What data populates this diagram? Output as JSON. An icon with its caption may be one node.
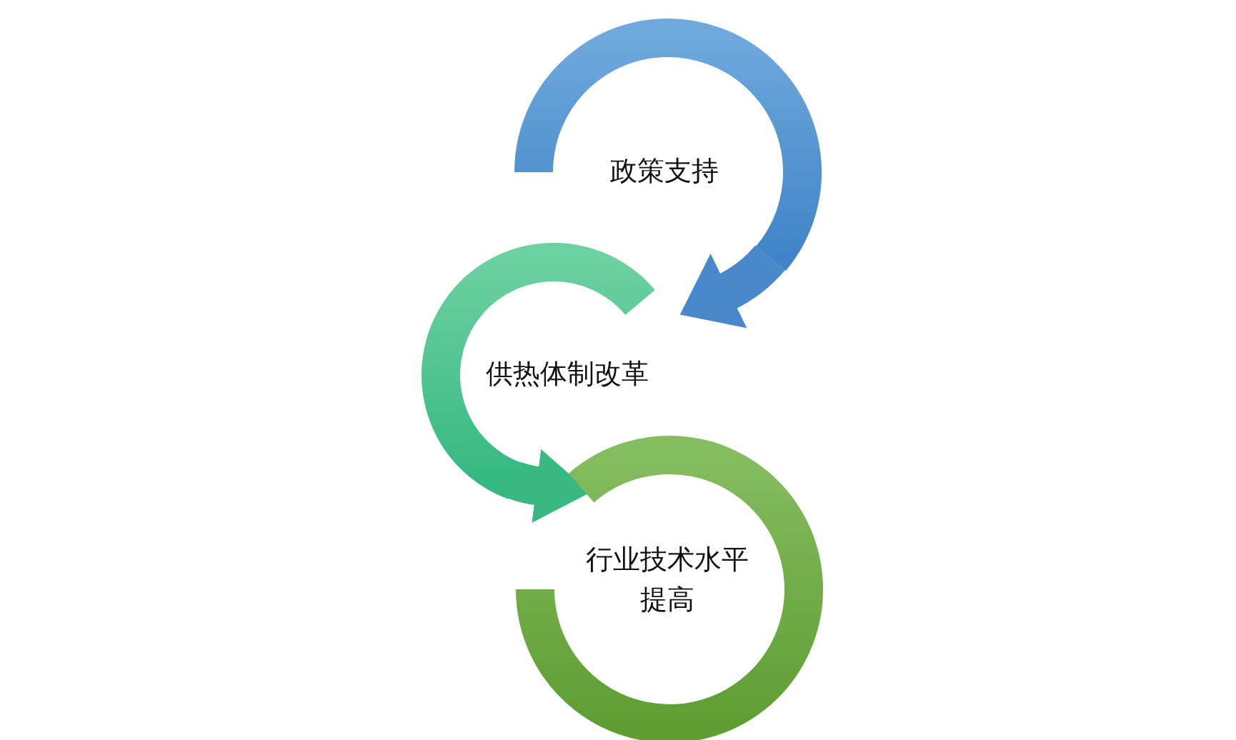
{
  "diagram": {
    "nodes": [
      {
        "text": [
          "政策支持"
        ]
      },
      {
        "text": [
          "供热体制改革"
        ]
      },
      {
        "text": [
          "行业技术水平提高"
        ]
      }
    ],
    "edges": [
      {
        "from": 0,
        "to": 1,
        "arrow": "to",
        "color": "#4a88cc"
      },
      {
        "from": 1,
        "to": 2,
        "arrow": "to",
        "color": "#3ab882"
      }
    ]
  }
}
